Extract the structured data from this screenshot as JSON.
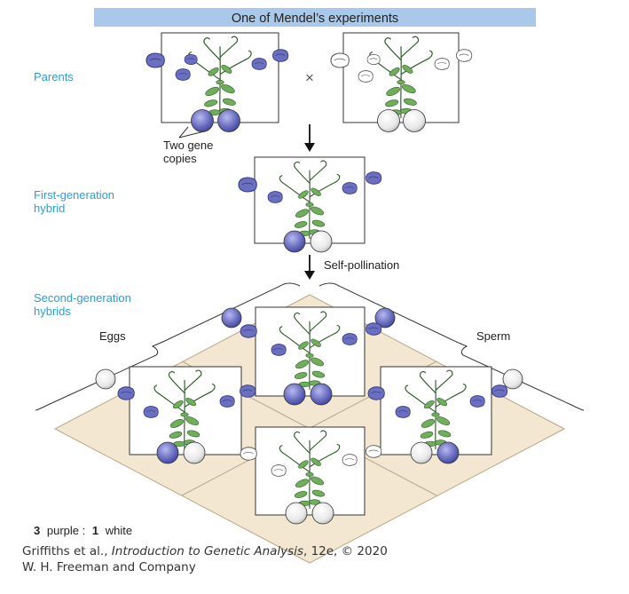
{
  "title": "One of Mendel’s experiments",
  "labels": {
    "parents": "Parents",
    "cross_symbol": "×",
    "gene_copies_line1": "Two gene",
    "gene_copies_line2": "copies",
    "first_gen_line1": "First-generation",
    "first_gen_line2": "hybrid",
    "self_pollination": "Self-pollination",
    "second_gen_line1": "Second-generation",
    "second_gen_line2": "hybrids",
    "eggs": "Eggs",
    "sperm": "Sperm"
  },
  "ratio": {
    "purple_count": "3",
    "purple_label": "purple :",
    "white_count": "1",
    "white_label": "white"
  },
  "credit": {
    "authors": "Griffiths et al., ",
    "book": "Introduction to Genetic Analysis",
    "edition": ", 12e, © 2020",
    "publisher": "W. H. Freeman and Company"
  },
  "colors": {
    "title_bar": "#a9c8ea",
    "purple": "#6b6fc0",
    "white_allele": "#eeeeee",
    "leaf": "#6fae5a",
    "punnett": "#f3e7d2",
    "label_blue": "#2a9fd6"
  }
}
